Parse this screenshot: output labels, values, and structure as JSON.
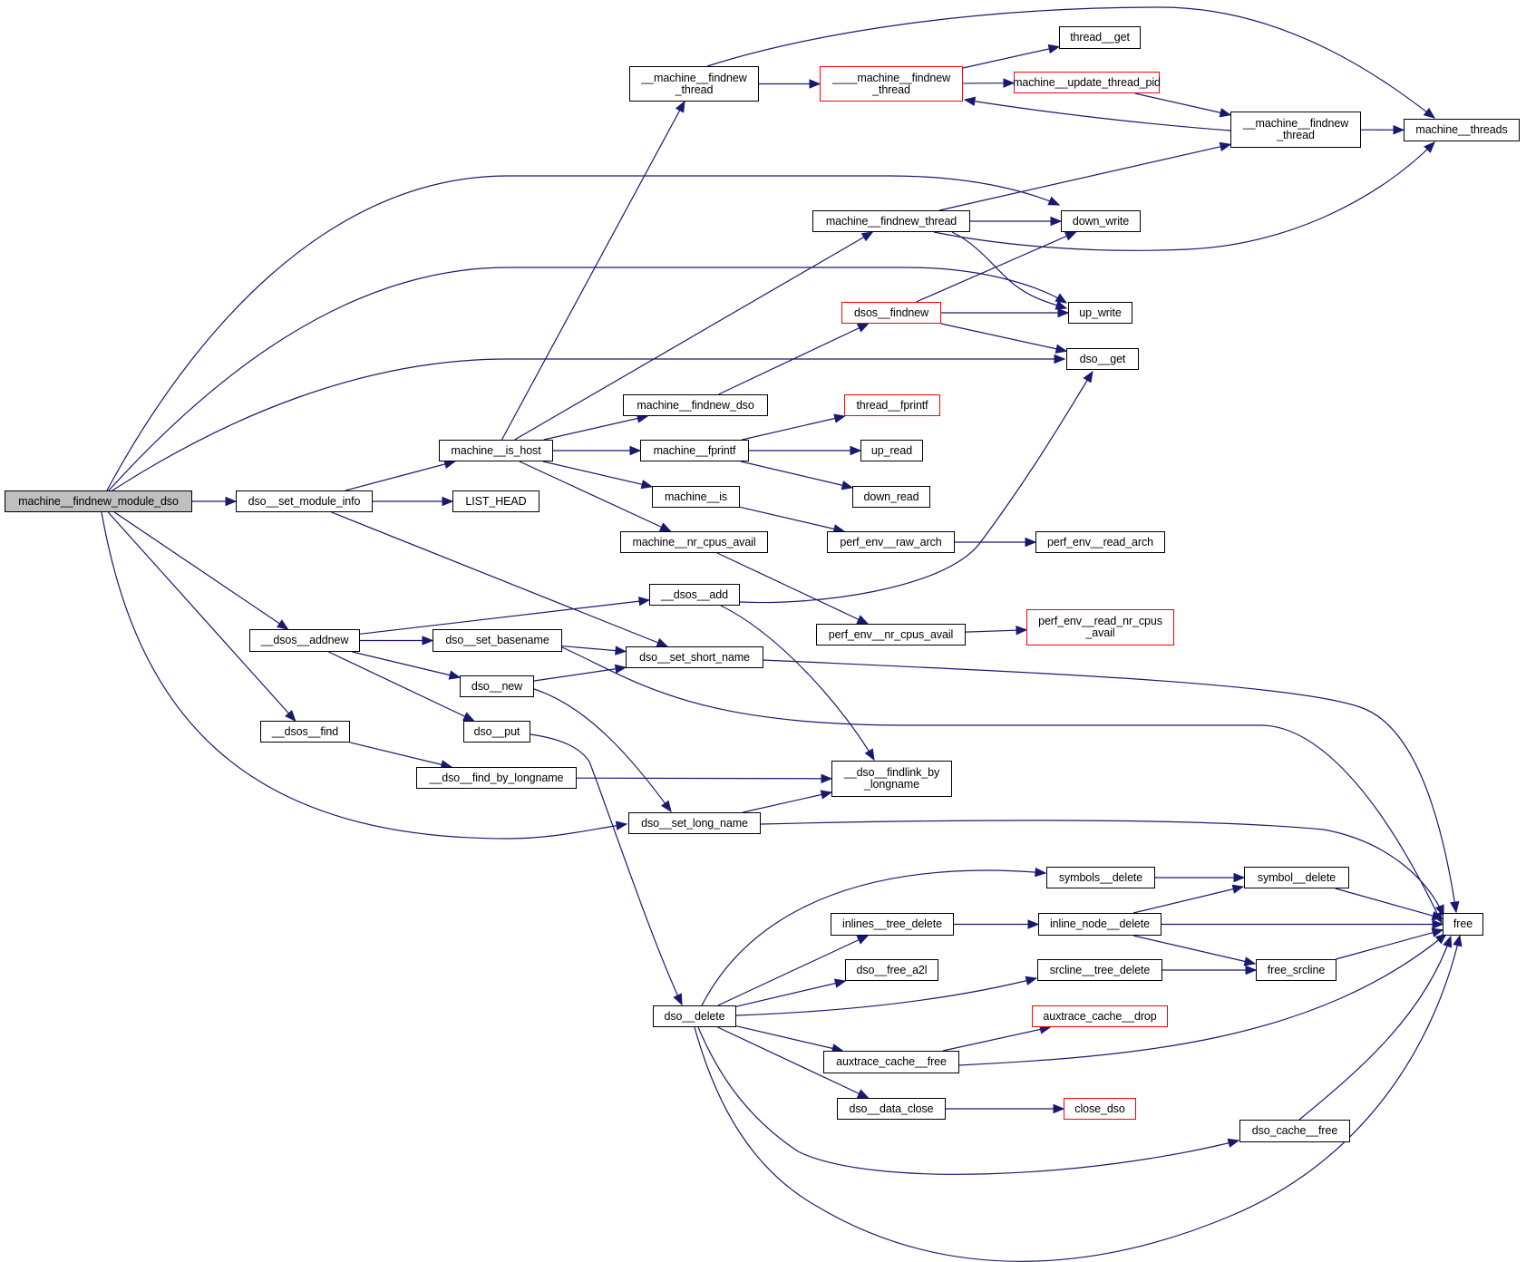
{
  "title": "Call graph for machine__findnew_module_dso",
  "colors": {
    "edge": "#191970",
    "node_border": "#000000",
    "truncated_border": "#ff0000",
    "root_fill": "#bfbfbf"
  },
  "nodes": [
    {
      "id": "machine__findnew_module_dso",
      "label": "machine__findnew_module_dso",
      "kind": "root"
    },
    {
      "id": "dso__set_module_info",
      "label": "dso__set_module_info",
      "kind": "normal"
    },
    {
      "id": "LIST_HEAD",
      "label": "LIST_HEAD",
      "kind": "normal"
    },
    {
      "id": "machine__is_host",
      "label": "machine__is_host",
      "kind": "normal"
    },
    {
      "id": "__machine__findnew_thread_a",
      "label": "__machine__findnew\n_thread",
      "kind": "normal"
    },
    {
      "id": "____machine__findnew_thread",
      "label": "____machine__findnew\n_thread",
      "kind": "truncated"
    },
    {
      "id": "thread__get",
      "label": "thread__get",
      "kind": "normal"
    },
    {
      "id": "machine__update_thread_pid",
      "label": "machine__update_thread_pid",
      "kind": "truncated"
    },
    {
      "id": "__machine__findnew_thread_b",
      "label": "__machine__findnew\n_thread",
      "kind": "normal"
    },
    {
      "id": "machine__threads",
      "label": "machine__threads",
      "kind": "normal"
    },
    {
      "id": "machine__findnew_thread",
      "label": "machine__findnew_thread",
      "kind": "normal"
    },
    {
      "id": "down_write",
      "label": "down_write",
      "kind": "normal"
    },
    {
      "id": "up_write",
      "label": "up_write",
      "kind": "normal"
    },
    {
      "id": "dsos__findnew",
      "label": "dsos__findnew",
      "kind": "truncated"
    },
    {
      "id": "dso__get",
      "label": "dso__get",
      "kind": "normal"
    },
    {
      "id": "machine__findnew_dso",
      "label": "machine__findnew_dso",
      "kind": "normal"
    },
    {
      "id": "thread__fprintf",
      "label": "thread__fprintf",
      "kind": "truncated"
    },
    {
      "id": "machine__fprintf",
      "label": "machine__fprintf",
      "kind": "normal"
    },
    {
      "id": "up_read",
      "label": "up_read",
      "kind": "normal"
    },
    {
      "id": "machine__is",
      "label": "machine__is",
      "kind": "normal"
    },
    {
      "id": "down_read",
      "label": "down_read",
      "kind": "normal"
    },
    {
      "id": "machine__nr_cpus_avail",
      "label": "machine__nr_cpus_avail",
      "kind": "normal"
    },
    {
      "id": "perf_env__raw_arch",
      "label": "perf_env__raw_arch",
      "kind": "normal"
    },
    {
      "id": "perf_env__read_arch",
      "label": "perf_env__read_arch",
      "kind": "normal"
    },
    {
      "id": "__dsos__add",
      "label": "__dsos__add",
      "kind": "normal"
    },
    {
      "id": "perf_env__nr_cpus_avail",
      "label": "perf_env__nr_cpus_avail",
      "kind": "normal"
    },
    {
      "id": "perf_env__read_nr_cpus_avail",
      "label": "perf_env__read_nr_cpus\n_avail",
      "kind": "truncated"
    },
    {
      "id": "__dsos__addnew",
      "label": "__dsos__addnew",
      "kind": "normal"
    },
    {
      "id": "dso__set_basename",
      "label": "dso__set_basename",
      "kind": "normal"
    },
    {
      "id": "dso__set_short_name",
      "label": "dso__set_short_name",
      "kind": "normal"
    },
    {
      "id": "dso__new",
      "label": "dso__new",
      "kind": "normal"
    },
    {
      "id": "dso__put",
      "label": "dso__put",
      "kind": "normal"
    },
    {
      "id": "__dsos__find",
      "label": "__dsos__find",
      "kind": "normal"
    },
    {
      "id": "__dso__find_by_longname",
      "label": "__dso__find_by_longname",
      "kind": "normal"
    },
    {
      "id": "__dso__findlink_by_longname",
      "label": "__dso__findlink_by\n_longname",
      "kind": "normal"
    },
    {
      "id": "dso__set_long_name",
      "label": "dso__set_long_name",
      "kind": "normal"
    },
    {
      "id": "symbols__delete",
      "label": "symbols__delete",
      "kind": "normal"
    },
    {
      "id": "symbol__delete",
      "label": "symbol__delete",
      "kind": "normal"
    },
    {
      "id": "inlines__tree_delete",
      "label": "inlines__tree_delete",
      "kind": "normal"
    },
    {
      "id": "inline_node__delete",
      "label": "inline_node__delete",
      "kind": "normal"
    },
    {
      "id": "free",
      "label": "free",
      "kind": "normal"
    },
    {
      "id": "dso__free_a2l",
      "label": "dso__free_a2l",
      "kind": "normal"
    },
    {
      "id": "srcline__tree_delete",
      "label": "srcline__tree_delete",
      "kind": "normal"
    },
    {
      "id": "free_srcline",
      "label": "free_srcline",
      "kind": "normal"
    },
    {
      "id": "dso__delete",
      "label": "dso__delete",
      "kind": "normal"
    },
    {
      "id": "auxtrace_cache__drop",
      "label": "auxtrace_cache__drop",
      "kind": "truncated"
    },
    {
      "id": "auxtrace_cache__free",
      "label": "auxtrace_cache__free",
      "kind": "normal"
    },
    {
      "id": "dso__data_close",
      "label": "dso__data_close",
      "kind": "normal"
    },
    {
      "id": "close_dso",
      "label": "close_dso",
      "kind": "truncated"
    },
    {
      "id": "dso_cache__free",
      "label": "dso_cache__free",
      "kind": "normal"
    }
  ],
  "edges": [
    [
      "machine__findnew_module_dso",
      "dso__set_module_info"
    ],
    [
      "machine__findnew_module_dso",
      "down_write"
    ],
    [
      "machine__findnew_module_dso",
      "up_write"
    ],
    [
      "machine__findnew_module_dso",
      "dso__get"
    ],
    [
      "machine__findnew_module_dso",
      "__dsos__addnew"
    ],
    [
      "machine__findnew_module_dso",
      "__dsos__find"
    ],
    [
      "machine__findnew_module_dso",
      "dso__set_long_name"
    ],
    [
      "dso__set_module_info",
      "machine__is_host"
    ],
    [
      "dso__set_module_info",
      "LIST_HEAD"
    ],
    [
      "dso__set_module_info",
      "dso__set_short_name"
    ],
    [
      "machine__is_host",
      "__machine__findnew_thread_a"
    ],
    [
      "machine__is_host",
      "machine__findnew_thread"
    ],
    [
      "machine__is_host",
      "machine__findnew_dso"
    ],
    [
      "machine__is_host",
      "machine__fprintf"
    ],
    [
      "machine__is_host",
      "machine__is"
    ],
    [
      "machine__is_host",
      "machine__nr_cpus_avail"
    ],
    [
      "__machine__findnew_thread_a",
      "____machine__findnew_thread"
    ],
    [
      "__machine__findnew_thread_a",
      "machine__threads"
    ],
    [
      "____machine__findnew_thread",
      "thread__get"
    ],
    [
      "____machine__findnew_thread",
      "machine__update_thread_pid"
    ],
    [
      "machine__update_thread_pid",
      "__machine__findnew_thread_b"
    ],
    [
      "__machine__findnew_thread_b",
      "____machine__findnew_thread"
    ],
    [
      "__machine__findnew_thread_b",
      "machine__threads"
    ],
    [
      "machine__findnew_thread",
      "__machine__findnew_thread_b"
    ],
    [
      "machine__findnew_thread",
      "down_write"
    ],
    [
      "machine__findnew_thread",
      "machine__threads"
    ],
    [
      "machine__findnew_thread",
      "up_write"
    ],
    [
      "machine__findnew_dso",
      "dsos__findnew"
    ],
    [
      "dsos__findnew",
      "down_write"
    ],
    [
      "dsos__findnew",
      "up_write"
    ],
    [
      "dsos__findnew",
      "dso__get"
    ],
    [
      "machine__fprintf",
      "thread__fprintf"
    ],
    [
      "machine__fprintf",
      "up_read"
    ],
    [
      "machine__fprintf",
      "down_read"
    ],
    [
      "machine__is",
      "perf_env__raw_arch"
    ],
    [
      "perf_env__raw_arch",
      "perf_env__read_arch"
    ],
    [
      "machine__nr_cpus_avail",
      "perf_env__nr_cpus_avail"
    ],
    [
      "perf_env__nr_cpus_avail",
      "perf_env__read_nr_cpus_avail"
    ],
    [
      "__dsos__addnew",
      "__dsos__add"
    ],
    [
      "__dsos__addnew",
      "dso__set_basename"
    ],
    [
      "__dsos__addnew",
      "dso__new"
    ],
    [
      "__dsos__addnew",
      "dso__put"
    ],
    [
      "__dsos__add",
      "dso__get"
    ],
    [
      "__dsos__add",
      "__dso__findlink_by_longname"
    ],
    [
      "dso__set_basename",
      "dso__set_short_name"
    ],
    [
      "dso__set_basename",
      "free"
    ],
    [
      "dso__set_short_name",
      "free"
    ],
    [
      "dso__new",
      "dso__set_short_name"
    ],
    [
      "dso__new",
      "dso__set_long_name"
    ],
    [
      "dso__put",
      "dso__delete"
    ],
    [
      "__dsos__find",
      "__dso__find_by_longname"
    ],
    [
      "__dso__find_by_longname",
      "__dso__findlink_by_longname"
    ],
    [
      "dso__set_long_name",
      "__dso__findlink_by_longname"
    ],
    [
      "dso__set_long_name",
      "free"
    ],
    [
      "dso__delete",
      "symbols__delete"
    ],
    [
      "dso__delete",
      "inlines__tree_delete"
    ],
    [
      "dso__delete",
      "dso__free_a2l"
    ],
    [
      "dso__delete",
      "srcline__tree_delete"
    ],
    [
      "dso__delete",
      "auxtrace_cache__free"
    ],
    [
      "dso__delete",
      "dso__data_close"
    ],
    [
      "dso__delete",
      "dso_cache__free"
    ],
    [
      "dso__delete",
      "free"
    ],
    [
      "symbols__delete",
      "symbol__delete"
    ],
    [
      "symbol__delete",
      "free"
    ],
    [
      "inlines__tree_delete",
      "inline_node__delete"
    ],
    [
      "inline_node__delete",
      "symbol__delete"
    ],
    [
      "inline_node__delete",
      "free"
    ],
    [
      "inline_node__delete",
      "free_srcline"
    ],
    [
      "srcline__tree_delete",
      "free_srcline"
    ],
    [
      "free_srcline",
      "free"
    ],
    [
      "auxtrace_cache__free",
      "auxtrace_cache__drop"
    ],
    [
      "auxtrace_cache__free",
      "free"
    ],
    [
      "dso__data_close",
      "close_dso"
    ],
    [
      "dso_cache__free",
      "free"
    ]
  ]
}
